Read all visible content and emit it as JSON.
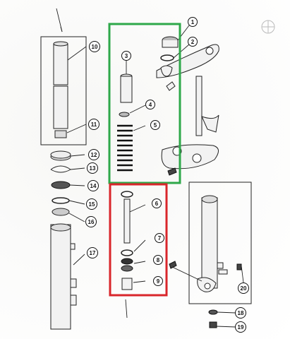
{
  "diagram": {
    "callouts": [
      "1",
      "2",
      "3",
      "4",
      "5",
      "6",
      "7",
      "8",
      "9",
      "10",
      "11",
      "12",
      "13",
      "14",
      "15",
      "16",
      "17",
      "18",
      "19",
      "20"
    ],
    "highlight_colors": {
      "green_box": "#2ea84a",
      "red_box": "#d9262b"
    },
    "icons": {
      "compass_mark": "circled-plus-icon"
    }
  }
}
